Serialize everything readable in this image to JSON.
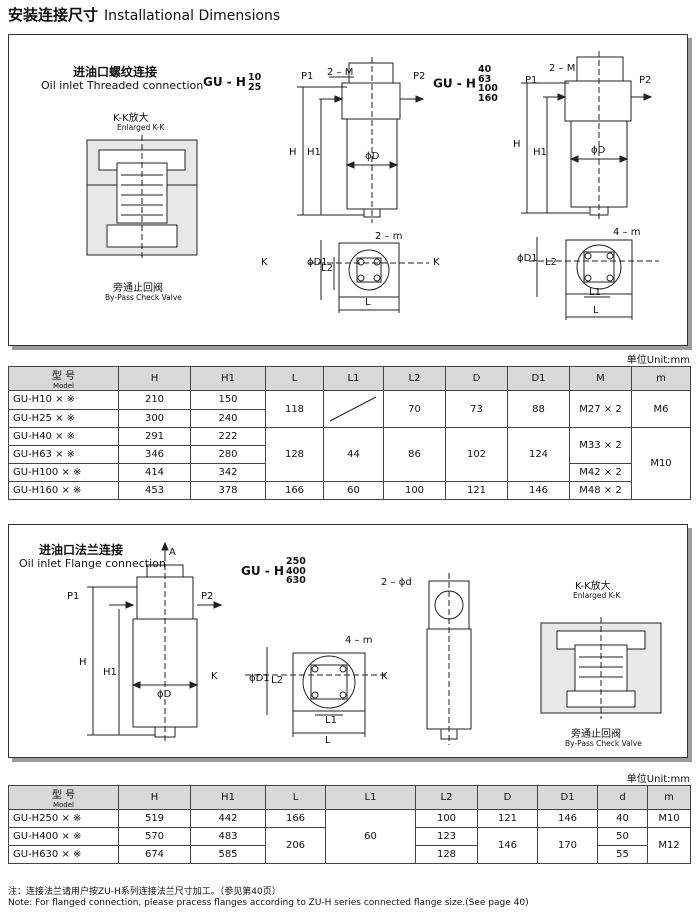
{
  "page": {
    "title_cn": "安装连接尺寸",
    "title_en": "Installational Dimensions"
  },
  "section1": {
    "title_cn": "进油口螺纹连接",
    "title_en": "Oil inlet Threaded connection",
    "kk_cn": "K-K放大",
    "kk_en": "Enlarged K-K",
    "bypass_cn": "旁通止回阀",
    "bypass_en": "By-Pass Check Valve",
    "model_a_prefix": "GU - H",
    "model_a_sizes": [
      "10",
      "25"
    ],
    "model_b_prefix": "GU - H",
    "model_b_sizes": [
      "40",
      "63",
      "100",
      "160"
    ],
    "labels": {
      "p1": "P1",
      "p2": "P2",
      "twoM": "2 – M",
      "h": "H",
      "h1": "H1",
      "d": "ϕD",
      "d1": "ϕD1",
      "l": "L",
      "l1": "L1",
      "l2": "L2",
      "k": "K",
      "twom": "2 – m",
      "fourm": "4 – m"
    },
    "unit": "单位Unit:mm",
    "table": {
      "headers": [
        {
          "cn": "型 号",
          "en": "Model"
        },
        {
          "cn": "H",
          "en": ""
        },
        {
          "cn": "H1",
          "en": ""
        },
        {
          "cn": "L",
          "en": ""
        },
        {
          "cn": "L1",
          "en": ""
        },
        {
          "cn": "L2",
          "en": ""
        },
        {
          "cn": "D",
          "en": ""
        },
        {
          "cn": "D1",
          "en": ""
        },
        {
          "cn": "M",
          "en": ""
        },
        {
          "cn": "m",
          "en": ""
        }
      ],
      "rows": [
        {
          "model": "GU-H10 × ※",
          "h": "210",
          "h1": "150"
        },
        {
          "model": "GU-H25 × ※",
          "h": "300",
          "h1": "240"
        },
        {
          "model": "GU-H40 × ※",
          "h": "291",
          "h1": "222"
        },
        {
          "model": "GU-H63 × ※",
          "h": "346",
          "h1": "280"
        },
        {
          "model": "GU-H100 × ※",
          "h": "414",
          "h1": "342"
        },
        {
          "model": "GU-H160 × ※",
          "h": "453",
          "h1": "378"
        }
      ],
      "g1": {
        "l": "118",
        "l2": "70",
        "d": "73",
        "d1": "88",
        "m_big": "M27 × 2",
        "m_small": "M6"
      },
      "g2": {
        "l": "128",
        "l1": "44",
        "l2": "86",
        "d": "102",
        "d1": "124",
        "m_big_a": "M33 × 2",
        "m_big_b": "M42 × 2",
        "m_small": "M10"
      },
      "g3": {
        "l": "166",
        "l1": "60",
        "l2": "100",
        "d": "121",
        "d1": "146",
        "m_big": "M48 × 2"
      }
    }
  },
  "section2": {
    "title_cn": "进油口法兰连接",
    "title_en": "Oil inlet Flange connection",
    "model_prefix": "GU - H",
    "model_sizes": [
      "250",
      "400",
      "630"
    ],
    "kk_cn": "K-K放大",
    "kk_en": "Enlarged K-K",
    "bypass_cn": "旁通止回阀",
    "bypass_en": "By-Pass Check Valve",
    "labels": {
      "a": "A",
      "p1": "P1",
      "p2": "P2",
      "h": "H",
      "h1": "H1",
      "d": "ϕD",
      "d1": "ϕD1",
      "l": "L",
      "l1": "L1",
      "l2": "L2",
      "k": "K",
      "fourm": "4 – m",
      "twophi": "2 – ϕd"
    },
    "unit": "单位Unit:mm",
    "table": {
      "headers": [
        {
          "cn": "型 号",
          "en": "Model"
        },
        {
          "cn": "H",
          "en": ""
        },
        {
          "cn": "H1",
          "en": ""
        },
        {
          "cn": "L",
          "en": ""
        },
        {
          "cn": "L1",
          "en": ""
        },
        {
          "cn": "L2",
          "en": ""
        },
        {
          "cn": "D",
          "en": ""
        },
        {
          "cn": "D1",
          "en": ""
        },
        {
          "cn": "d",
          "en": ""
        },
        {
          "cn": "m",
          "en": ""
        }
      ],
      "rows": [
        {
          "model": "GU-H250 × ※",
          "h": "519",
          "h1": "442",
          "l2": "100",
          "dd": "40"
        },
        {
          "model": "GU-H400 × ※",
          "h": "570",
          "h1": "483",
          "l2": "123",
          "dd": "50"
        },
        {
          "model": "GU-H630 × ※",
          "h": "674",
          "h1": "585",
          "l2": "128",
          "dd": "55"
        }
      ],
      "l_first": "166",
      "l_rest": "206",
      "l1_all": "60",
      "d_first": "121",
      "d1_first": "146",
      "d_rest": "146",
      "d1_rest": "170",
      "m_first": "M10",
      "m_rest": "M12"
    },
    "note_cn": "注：连接法兰请用户按ZU-H系列连接法兰尺寸加工。（参见第40页）",
    "note_en": "Note: For flanged connection, please pracess flanges according to ZU-H series connected flange size.(See page 40)"
  }
}
